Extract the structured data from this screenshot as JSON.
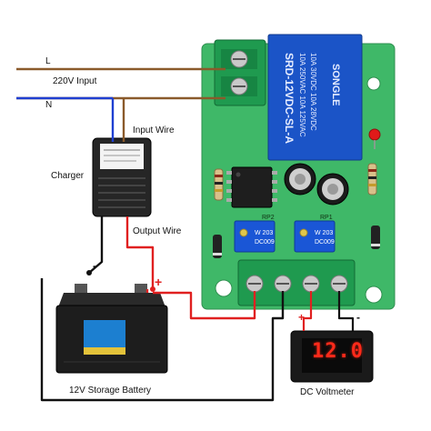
{
  "labels": {
    "line_L": "L",
    "line_N": "N",
    "input_220v": "220V Input",
    "input_wire": "Input Wire",
    "charger": "Charger",
    "output_wire": "Output Wire",
    "battery": "12V Storage Battery",
    "voltmeter": "DC Voltmeter",
    "minus_battery": "-",
    "plus_battery": "+",
    "minus_meter": "-",
    "plus_meter": "+"
  },
  "voltmeter": {
    "reading": "12.0"
  },
  "relay": {
    "brand": "SONGLE",
    "model": "SRD-12VDC-SL-A",
    "rating_1": "10A 250VAC 10A 125VAC",
    "rating_2": "10A 30VDC 10A 28VDC"
  },
  "board": {
    "pot_label_1": "RP2",
    "pot_label_2": "RP1",
    "pot_code_1": "W 203",
    "pot_code_2": "W 203",
    "pot_sub_1": "DC009",
    "pot_sub_2": "DC009"
  },
  "colors": {
    "pcb": "#3fb868",
    "relay": "#1b54c7",
    "wire_live": "#8a5a2b",
    "wire_neutral": "#1f3fd1",
    "wire_positive": "#e02020",
    "wire_negative": "#111111",
    "terminal": "#1f9a4f"
  }
}
